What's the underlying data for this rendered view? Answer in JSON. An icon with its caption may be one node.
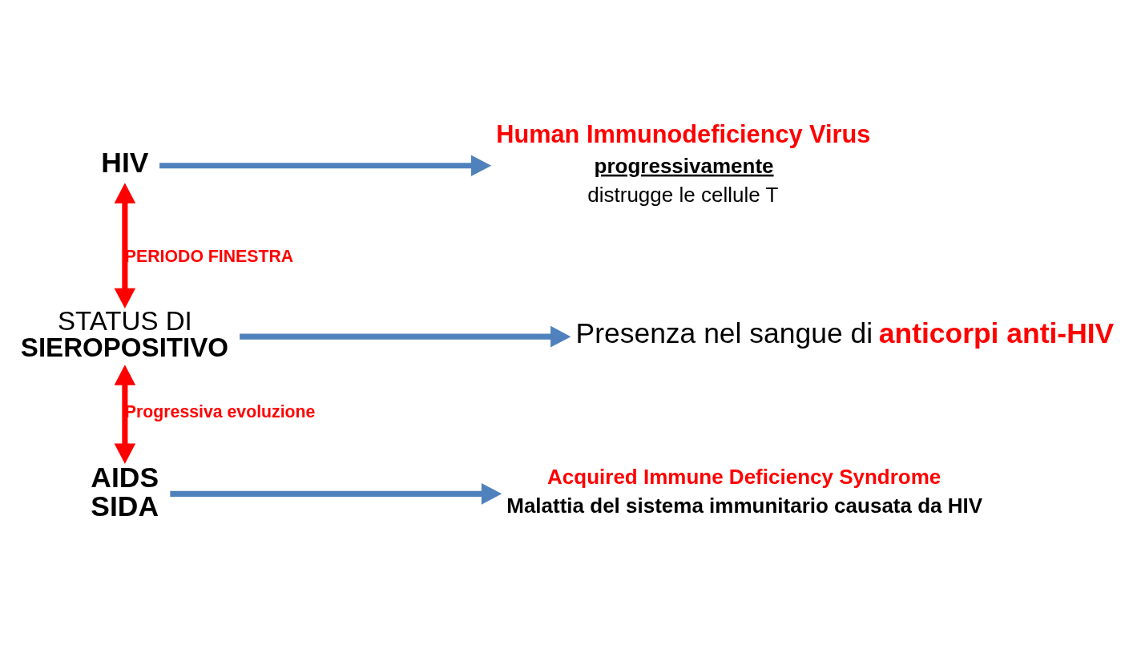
{
  "diagram": {
    "nodes": [
      {
        "text": [
          "HIV"
        ]
      },
      {
        "text": [
          "Human Immunodeficiency Virus",
          "progressivamente",
          "distrugge le cellule T"
        ]
      },
      {
        "text": [
          "STATUS DI **SIEROPOSITIVO**"
        ]
      },
      {
        "text": [
          "Presenza nel sangue di **anticorpi anti-HIV**"
        ]
      },
      {
        "text": [
          "AIDS SIDA"
        ]
      },
      {
        "text": [
          "Acquired Immune Deficiency Syndrome",
          "Malattia del sistema immunitario causata da HIV"
        ]
      }
    ],
    "edges": [
      {
        "from": 0,
        "to": 1,
        "arrow": "to"
      },
      {
        "from": 0,
        "to": 2,
        "arrow": "both",
        "label": "PERIODO FINESTRA",
        "color": "#ff0000"
      },
      {
        "from": 2,
        "to": 3,
        "arrow": "to"
      },
      {
        "from": 2,
        "to": 4,
        "arrow": "both",
        "label": "Progressiva evoluzione",
        "color": "#ff0000"
      },
      {
        "from": 4,
        "to": 5,
        "arrow": "to"
      }
    ]
  }
}
